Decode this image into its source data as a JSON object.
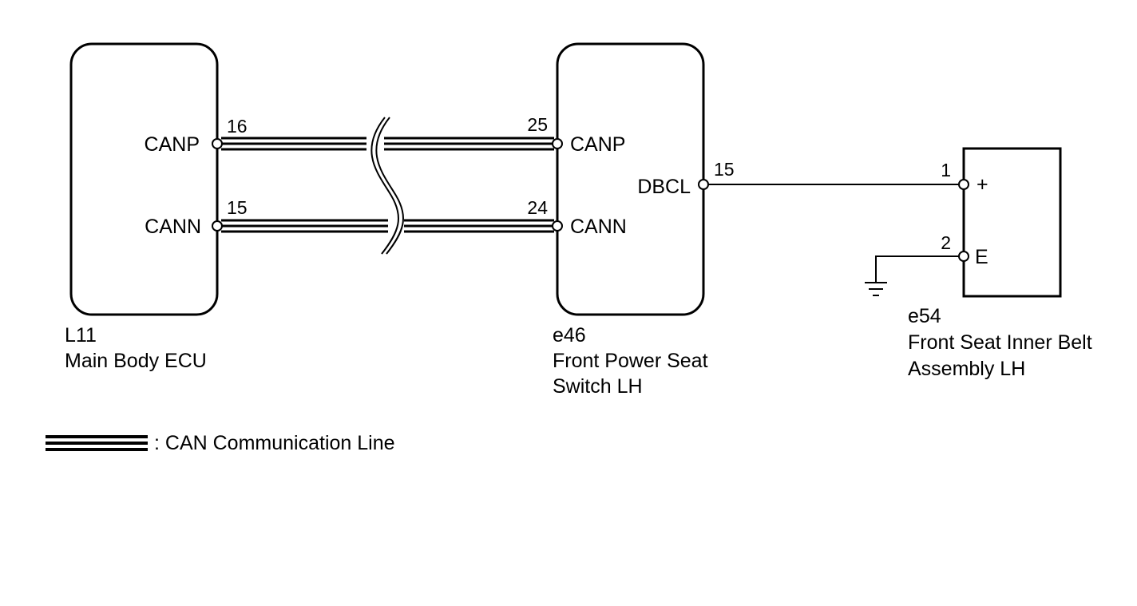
{
  "colors": {
    "line": "#000000",
    "background": "#ffffff"
  },
  "components": {
    "main_ecu": {
      "code": "L11",
      "name": "Main Body ECU",
      "terminals": {
        "canp": {
          "name": "CANP",
          "pin": "16"
        },
        "cann": {
          "name": "CANN",
          "pin": "15"
        }
      }
    },
    "seat_switch": {
      "code": "e46",
      "name_line1": "Front Power Seat",
      "name_line2": "Switch LH",
      "terminals": {
        "canp": {
          "name": "CANP",
          "pin": "25"
        },
        "cann": {
          "name": "CANN",
          "pin": "24"
        },
        "dbcl": {
          "name": "DBCL",
          "pin": "15"
        }
      }
    },
    "belt_assembly": {
      "code": "e54",
      "name_line1": "Front Seat Inner Belt",
      "name_line2": "Assembly LH",
      "terminals": {
        "plus": {
          "name": "+",
          "pin": "1"
        },
        "e": {
          "name": "E",
          "pin": "2"
        }
      }
    }
  },
  "legend": {
    "text": ": CAN Communication Line",
    "icon": "can-line-symbol"
  },
  "icons": {
    "ground": "ground-icon",
    "wire_break": "wire-break-icon"
  }
}
